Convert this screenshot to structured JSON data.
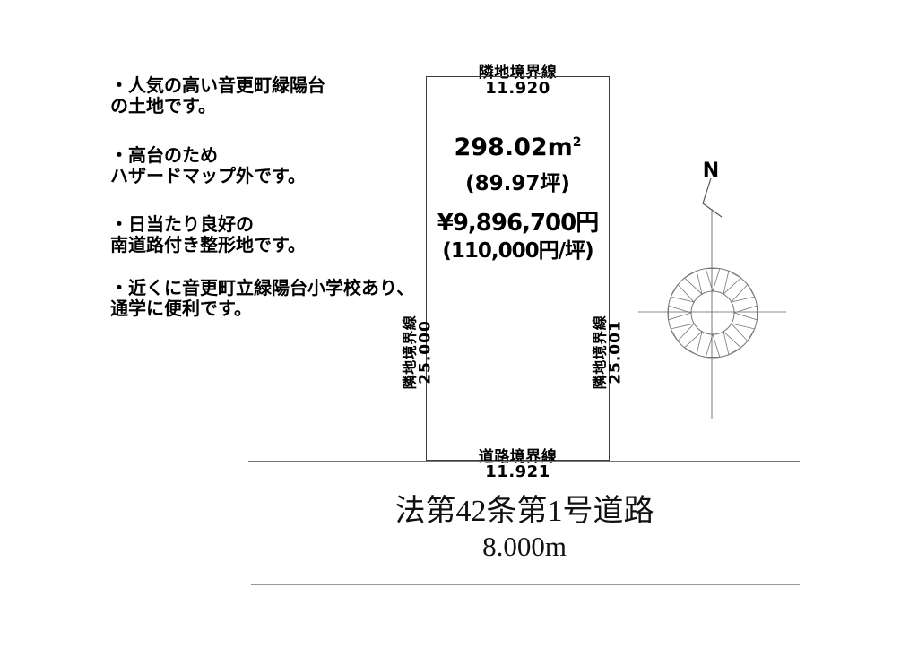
{
  "notes": [
    {
      "lines": [
        "・人気の高い音更町緑陽台",
        "の土地です。"
      ]
    },
    {
      "lines": [
        "・高台のため",
        "ハザードマップ外です。"
      ]
    },
    {
      "lines": [
        "・日当たり良好の",
        "南道路付き整形地です。"
      ]
    },
    {
      "lines": [
        "・近くに音更町立緑陽台小学校あり、",
        "通学に便利です。"
      ]
    }
  ],
  "plot": {
    "area_sqm": "298.02",
    "area_unit_base": "m",
    "area_unit_exp": "2",
    "area_tsubo": "(89.97坪)",
    "price": "¥9,896,700円",
    "price_per_tsubo": "(110,000円/坪)"
  },
  "boundaries": {
    "top": {
      "label": "隣地境界線",
      "value": "11.920"
    },
    "left": {
      "label": "隣地境界線",
      "value": "25.000"
    },
    "right": {
      "label": "隣地境界線",
      "value": "25.001"
    },
    "bottom": {
      "label": "道路境界線",
      "value": "11.921"
    }
  },
  "road": {
    "name": "法第42条第1号道路",
    "width": "8.000m"
  },
  "compass": {
    "north": "N"
  },
  "colors": {
    "ink": "#000000",
    "line_dark": "#3c3c3c",
    "line_mid": "#777777",
    "line_light": "#999999"
  }
}
